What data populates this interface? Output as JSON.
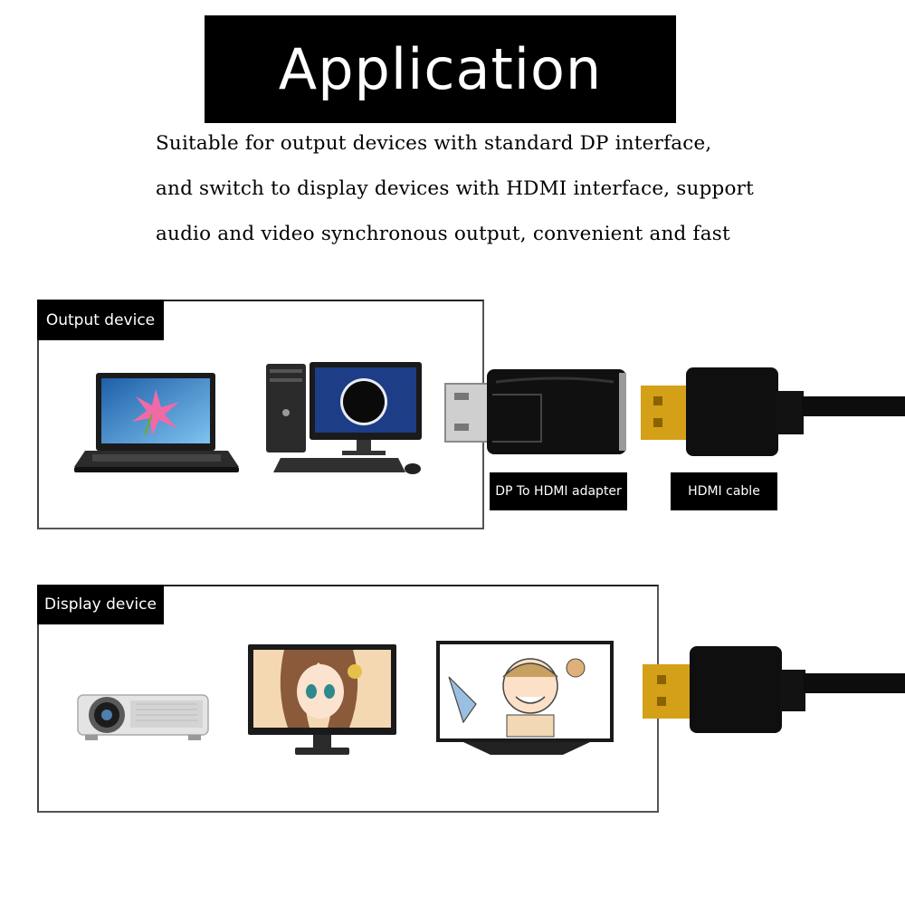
{
  "title": "Application",
  "description": {
    "lines": [
      "Suitable for output devices with standard DP interface,",
      "and switch to display devices with HDMI interface, support",
      "audio and video synchronous output, convenient and fast"
    ]
  },
  "output_panel": {
    "label": "Output device",
    "devices": [
      "laptop-icon",
      "desktop-computer-icon"
    ]
  },
  "display_panel": {
    "label": "Display device",
    "devices": [
      "projector-icon",
      "monitor-icon",
      "tv-icon"
    ]
  },
  "tags": {
    "adapter": "DP To HDMI adapter",
    "cable": "HDMI cable"
  },
  "colors": {
    "banner": "#000000",
    "connector_gold": "#d4a017",
    "connector_silver": "#cfcfcf",
    "cable_black": "#111111"
  }
}
